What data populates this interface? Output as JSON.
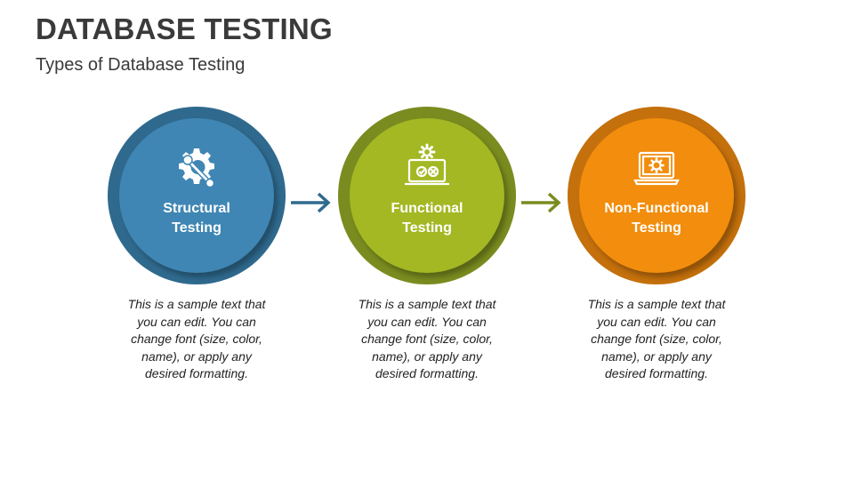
{
  "title": "DATABASE TESTING",
  "subtitle": "Types of Database Testing",
  "steps": [
    {
      "label_line1": "Structural",
      "label_line2": "Testing",
      "icon": "gear-wrench-icon",
      "outer_color": "#2f6a8e",
      "inner_color": "#3f86b4",
      "description": [
        "This is a sample text that",
        "you can edit. You can",
        "change font (size, color,",
        "name), or apply any",
        "desired formatting."
      ]
    },
    {
      "label_line1": "Functional",
      "label_line2": "Testing",
      "icon": "laptop-gear-check-icon",
      "outer_color": "#7a8c1f",
      "inner_color": "#a3b823",
      "description": [
        "This is a sample text that",
        "you can edit. You can",
        "change font (size, color,",
        "name), or apply any",
        "desired formatting."
      ]
    },
    {
      "label_line1": "Non-Functional",
      "label_line2": "Testing",
      "icon": "laptop-gear-icon",
      "outer_color": "#c4700c",
      "inner_color": "#f28d0d",
      "description": [
        "This is a sample text that",
        "you can edit. You can",
        "change font (size, color,",
        "name), or apply any",
        "desired formatting."
      ]
    }
  ],
  "arrows": [
    {
      "color": "#2f6a8e"
    },
    {
      "color": "#7a8c1f"
    }
  ]
}
